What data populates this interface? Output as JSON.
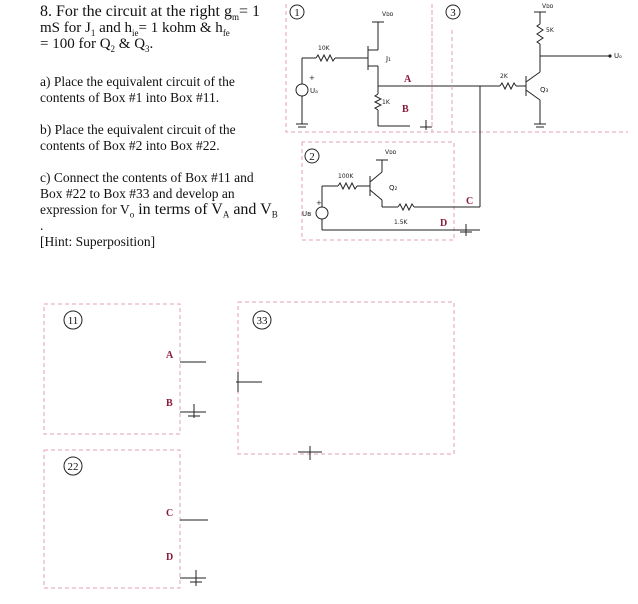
{
  "problem": {
    "line1": "8. For the circuit at the right g",
    "line1_sub": "m",
    "line1_tail": "= 1",
    "line2": "mS for J",
    "line2_sub1": "1",
    "line2_mid": " and h",
    "line2_sub2": "ie",
    "line2_tail": "= 1 kohm & h",
    "line2_sub3": "fe",
    "line3": "= 100 for Q",
    "line3_sub1": "2",
    "line3_mid": " & Q",
    "line3_sub2": "3",
    "line3_tail": ".",
    "part_a_1": "a) Place the equivalent circuit of the",
    "part_a_2": "contents of Box #1 into Box #11.",
    "part_b_1": "b) Place the equivalent circuit of the",
    "part_b_2": "contents of Box #2 into Box #22.",
    "part_c_1": "c) Connect the contents of Box #11 and",
    "part_c_2": "Box #22 to Box #33 and develop an",
    "part_c_3a": "expression for V",
    "part_c_3b": "o",
    "part_c_3c": " in terms of V",
    "part_c_3d": "A",
    "part_c_3e": " and V",
    "part_c_3f": "B",
    "part_c_3g": " .",
    "part_c_4": "[Hint: Superposition]"
  },
  "boxes": {
    "box1": "1",
    "box2": "2",
    "box3": "3",
    "box11": "11",
    "box22": "22",
    "box33": "33"
  },
  "nodes": {
    "A": "A",
    "B": "B",
    "C": "C",
    "D": "D"
  },
  "components": {
    "vdd1": "Vᴅᴅ",
    "vdd2": "Vᴅᴅ",
    "vdd3": "Vᴅᴅ",
    "r_10k": "10K",
    "r_1k": "1K",
    "r_2k": "2K",
    "r_5k": "5K",
    "r_100k": "100K",
    "r_1_5k": "1.5K",
    "j1": "J₁",
    "q2": "Q₂",
    "q3": "Q₃",
    "va": "Uₐ",
    "vb": "Uʙ",
    "vo": "Uₒ",
    "plus": "+",
    "minus": "-"
  },
  "colors": {
    "dash": "#e6a0b0",
    "wire": "#222222"
  }
}
